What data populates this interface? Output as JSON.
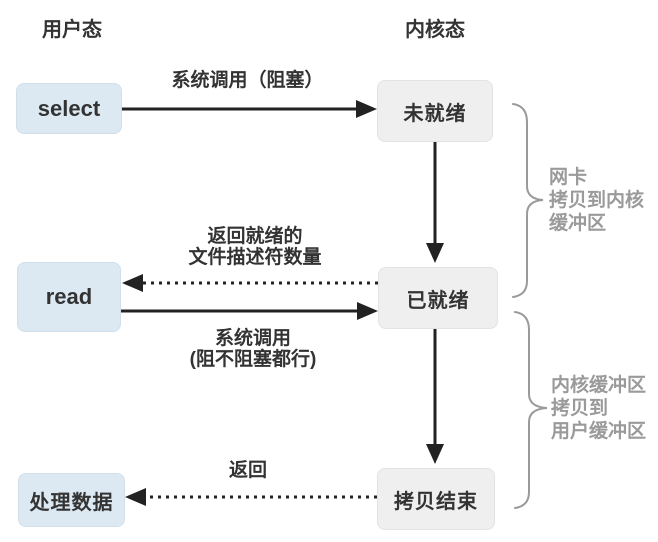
{
  "headers": {
    "user_mode": "用户态",
    "kernel_mode": "内核态"
  },
  "boxes": {
    "select": "select",
    "read": "read",
    "process_data": "处理数据",
    "not_ready": "未就绪",
    "ready": "已就绪",
    "copy_done": "拷贝结束"
  },
  "arrow_labels": {
    "syscall_blocking": "系统调用（阻塞）",
    "return_ready": "返回就绪的\n文件描述符数量",
    "syscall_any": "系统调用\n(阻不阻塞都行)",
    "return_done": "返回"
  },
  "brace_labels": {
    "nic_to_kernel": "网卡\n拷贝到内核\n缓冲区",
    "kernel_to_user": "内核缓冲区\n拷贝到\n用户缓冲区"
  },
  "colors": {
    "user_box_bg": "#dce9f2",
    "user_box_border": "#cfe0ec",
    "kernel_box_bg": "#efefef",
    "kernel_box_border": "#e3e3e3",
    "arrow": "#222222",
    "text": "#333333",
    "brace": "#9a9a9a"
  }
}
